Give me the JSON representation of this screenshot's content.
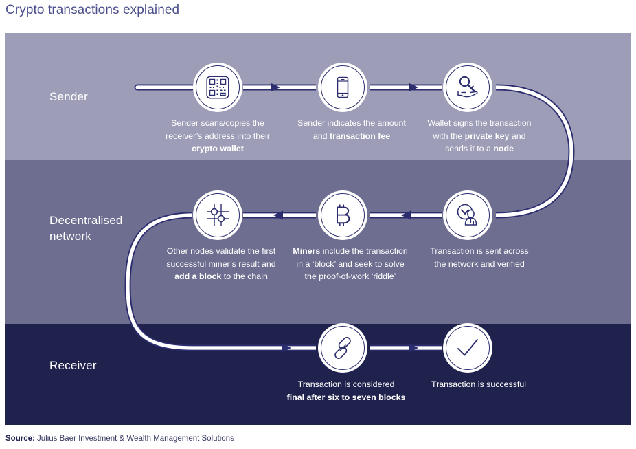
{
  "title": "Crypto transactions explained",
  "colors": {
    "title": "#4b4f8a",
    "band_sender": "#9d9db8",
    "band_network": "#6e6e90",
    "band_receiver": "#20224e",
    "line": "#2b2d6e",
    "node_fill": "#ffffff",
    "caption_text": "#ffffff"
  },
  "bands": [
    {
      "id": "sender",
      "label": "Sender"
    },
    {
      "id": "network",
      "label": "Decentralised\nnetwork"
    },
    {
      "id": "receiver",
      "label": "Receiver"
    }
  ],
  "band_labels": {
    "sender": "Sender",
    "network_line1": "Decentralised",
    "network_line2": "network",
    "receiver": "Receiver"
  },
  "steps": [
    {
      "id": "scan",
      "icon": "qr-code-icon",
      "band": "sender",
      "caption_lines": [
        [
          {
            "t": "Sender scans/copies the",
            "b": false
          }
        ],
        [
          {
            "t": "receiver’s address into their",
            "b": false
          }
        ],
        [
          {
            "t": "crypto wallet",
            "b": true
          }
        ]
      ]
    },
    {
      "id": "amount",
      "icon": "mobile-phone-icon",
      "band": "sender",
      "caption_lines": [
        [
          {
            "t": "Sender indicates the amount",
            "b": false
          }
        ],
        [
          {
            "t": "and ",
            "b": false
          },
          {
            "t": "transaction fee",
            "b": true
          }
        ]
      ]
    },
    {
      "id": "sign",
      "icon": "key-in-hand-icon",
      "band": "sender",
      "caption_lines": [
        [
          {
            "t": "Wallet signs the transaction",
            "b": false
          }
        ],
        [
          {
            "t": "with the ",
            "b": false
          },
          {
            "t": "private key",
            "b": true
          },
          {
            "t": " and",
            "b": false
          }
        ],
        [
          {
            "t": "sends it to a ",
            "b": false
          },
          {
            "t": "node",
            "b": true
          }
        ]
      ]
    },
    {
      "id": "verify",
      "icon": "person-verify-icon",
      "band": "network",
      "caption_lines": [
        [
          {
            "t": "Transaction is sent across",
            "b": false
          }
        ],
        [
          {
            "t": "the network and verified",
            "b": false
          }
        ]
      ]
    },
    {
      "id": "mine",
      "icon": "bitcoin-icon",
      "band": "network",
      "caption_lines": [
        [
          {
            "t": "Miners",
            "b": true
          },
          {
            "t": " include the transaction",
            "b": false
          }
        ],
        [
          {
            "t": "in a ‘block’ and seek to solve",
            "b": false
          }
        ],
        [
          {
            "t": "the proof-of-work ‘riddle’",
            "b": false
          }
        ]
      ]
    },
    {
      "id": "validate",
      "icon": "network-nodes-icon",
      "band": "network",
      "caption_lines": [
        [
          {
            "t": "Other nodes validate the first",
            "b": false
          }
        ],
        [
          {
            "t": "successful miner’s result and",
            "b": false
          }
        ],
        [
          {
            "t": "add a block",
            "b": true
          },
          {
            "t": " to the chain",
            "b": false
          }
        ]
      ]
    },
    {
      "id": "final",
      "icon": "chain-link-icon",
      "band": "receiver",
      "caption_lines": [
        [
          {
            "t": "Transaction is considered",
            "b": false
          }
        ],
        [
          {
            "t": "final after six to seven blocks",
            "b": true
          }
        ]
      ]
    },
    {
      "id": "success",
      "icon": "checkmark-icon",
      "band": "receiver",
      "caption_lines": [
        [
          {
            "t": "Transaction is successful",
            "b": false
          }
        ]
      ]
    }
  ],
  "source": {
    "label": "Source:",
    "text": " Julius Baer Investment & Wealth Management Solutions"
  }
}
